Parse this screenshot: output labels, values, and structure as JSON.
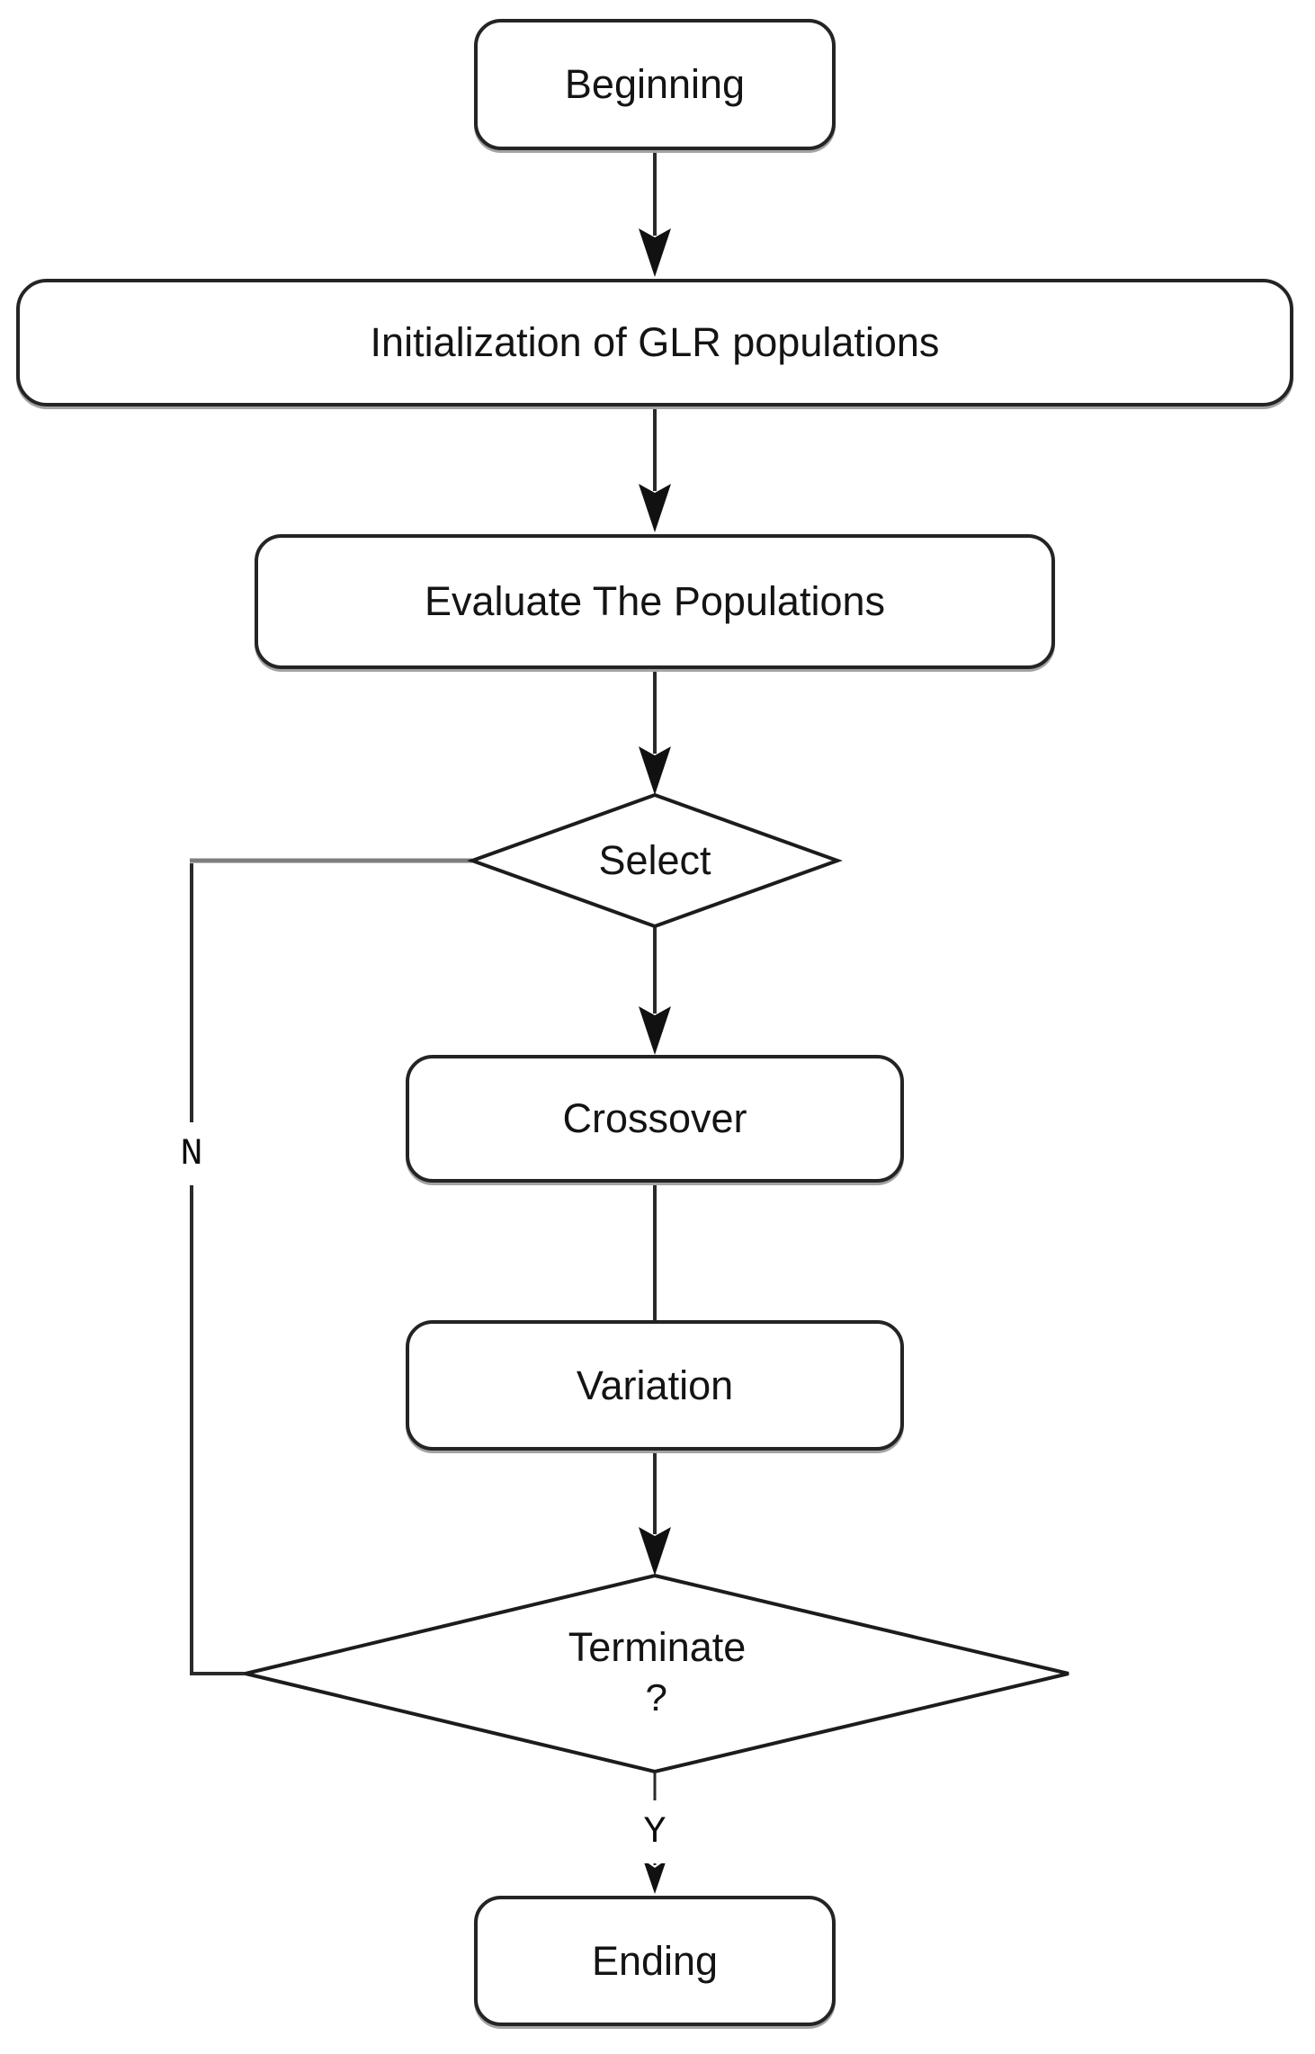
{
  "flowchart": {
    "nodes": {
      "beginning": "Beginning",
      "initialization": "Initialization of GLR populations",
      "evaluate": "Evaluate The Populations",
      "select": "Select",
      "crossover": "Crossover",
      "variation": "Variation",
      "terminate_line1": "Terminate",
      "terminate_line2": "?",
      "ending": "Ending"
    },
    "edge_labels": {
      "no": "N",
      "yes": "Y"
    },
    "colors": {
      "background": "#ffffff",
      "border": "#242424",
      "line": "#2a2a2a",
      "feedback_top_segment": "#7e7e7e",
      "arrowhead": "#111111",
      "text": "#141414"
    }
  }
}
